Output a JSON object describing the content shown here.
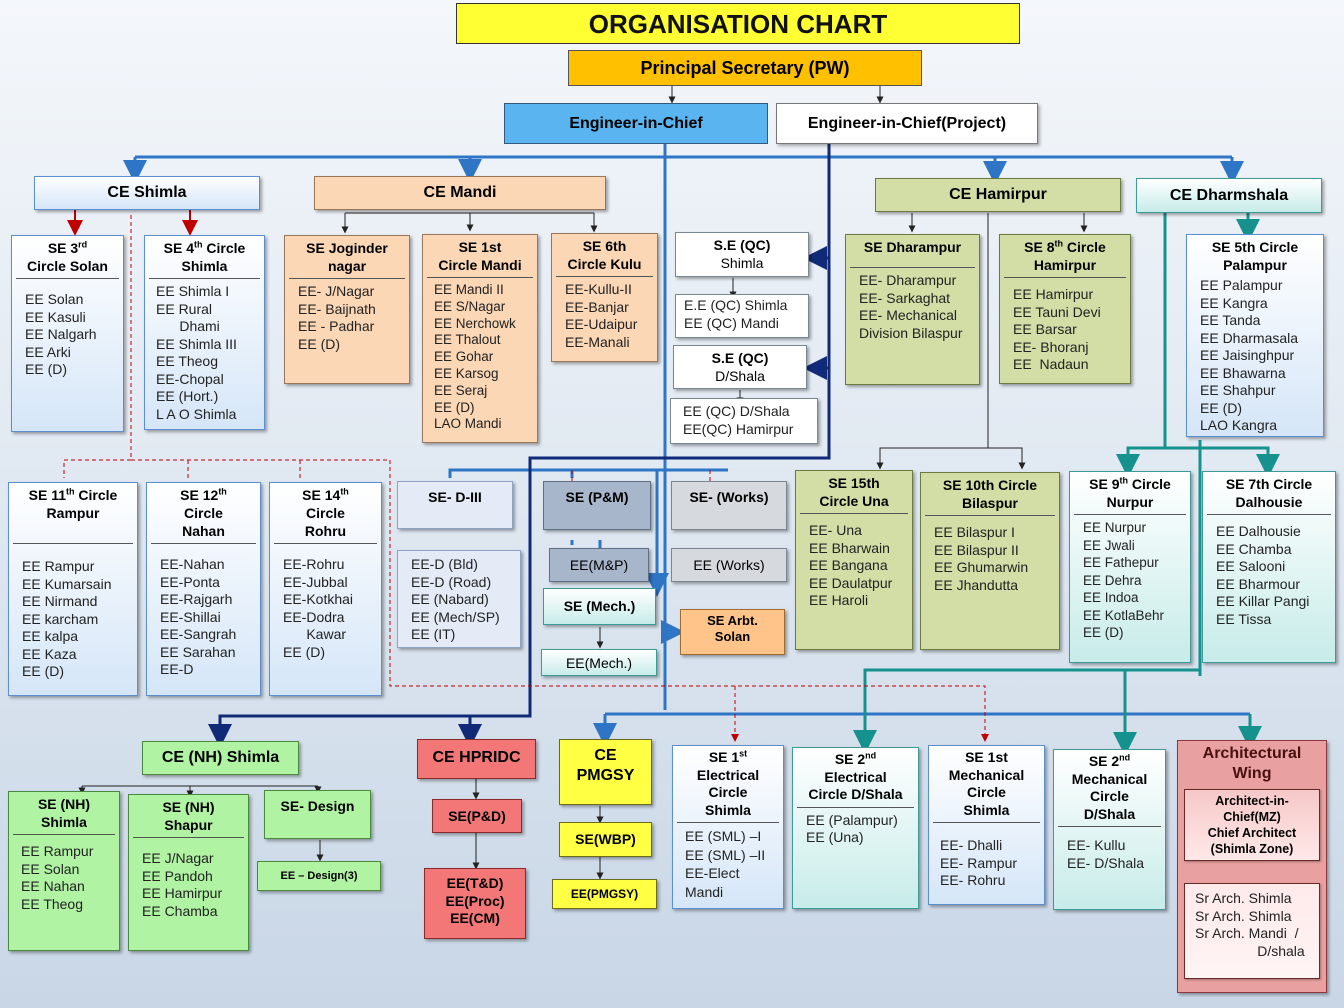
{
  "title": "ORGANISATION CHART",
  "top": {
    "principal": "Principal Secretary (PW)",
    "eic": "Engineer-in-Chief",
    "eic_project": "Engineer-in-Chief(Project)"
  },
  "ce": {
    "shimla": "CE Shimla",
    "mandi": "CE Mandi",
    "hamirpur": "CE Hamirpur",
    "dharmshala": "CE Dharmshala",
    "nh_shimla": "CE (NH) Shimla",
    "hpridc": "CE HPRIDC",
    "pmgsy": [
      "CE",
      "PMGSY"
    ]
  },
  "circles": {
    "solan": {
      "h": [
        "SE 3",
        "Circle Solan"
      ],
      "sup": "rd",
      "items": [
        "EE Solan",
        "EE Kasuli",
        "EE Nalgarh",
        "EE Arki",
        "EE (D)"
      ]
    },
    "shimla4": {
      "h": [
        "SE 4",
        "Shimla"
      ],
      "sup": "th",
      "h_suffix": " Circle",
      "items": [
        "EE Shimla I",
        "EE Rural",
        "      Dhami",
        "EE Shimla III",
        "EE Theog",
        "EE-Chopal",
        "EE (Hort.)",
        "L A O Shimla"
      ]
    },
    "jogindernagar": {
      "h": [
        "SE Joginder",
        "nagar"
      ],
      "items": [
        "EE- J/Nagar",
        "EE- Baijnath",
        "EE - Padhar",
        "EE (D)"
      ]
    },
    "mandi1": {
      "h": [
        "SE  1st",
        "Circle Mandi"
      ],
      "items": [
        "EE Mandi II",
        "EE S/Nagar",
        "EE Nerchowk",
        "EE Thalout",
        "EE Gohar",
        "EE Karsog",
        "EE Seraj",
        "EE (D)",
        "LAO Mandi"
      ]
    },
    "kulu6": {
      "h": [
        "SE 6th",
        "Circle Kulu"
      ],
      "items": [
        "EE-Kullu-II",
        "EE-Banjar",
        "EE-Udaipur",
        "EE-Manali"
      ]
    },
    "qc_shimla": {
      "h": [
        "S.E (QC)",
        "Shimla"
      ],
      "items": [
        "E.E (QC) Shimla",
        "EE (QC) Mandi"
      ]
    },
    "qc_dshala": {
      "h": [
        "S.E (QC)",
        "D/Shala"
      ],
      "items": [
        "EE (QC) D/Shala",
        "EE(QC) Hamirpur"
      ]
    },
    "dharampur": {
      "h": [
        "SE  Dharampur"
      ],
      "items": [
        "EE- Dharampur",
        "EE- Sarkaghat",
        "EE- Mechanical",
        "Division Bilaspur"
      ]
    },
    "hamirpur8": {
      "h": [
        "SE  8",
        "Hamirpur"
      ],
      "sup": "th",
      "h_suffix": " Circle",
      "items": [
        "EE Hamirpur",
        "EE Tauni Devi",
        "EE Barsar",
        "EE- Bhoranj",
        "EE  Nadaun"
      ]
    },
    "palampur5": {
      "h": [
        "SE  5th Circle",
        "Palampur"
      ],
      "items": [
        "EE Palampur",
        "EE Kangra",
        "EE Tanda",
        "EE Dharmasala",
        "EE Jaisinghpur",
        "EE Bhawarna",
        "EE Shahpur",
        "EE (D)",
        "LAO Kangra"
      ]
    },
    "rampur11": {
      "h": [
        "SE 11",
        "Rampur"
      ],
      "sup": "th",
      "h_suffix": " Circle",
      "items": [
        "EE Rampur",
        "EE Kumarsain",
        "EE Nirmand",
        "EE karcham",
        "EE kalpa",
        "EE Kaza",
        "EE (D)"
      ]
    },
    "nahan12": {
      "h": [
        "SE 12",
        "Circle",
        "Nahan"
      ],
      "sup": "th",
      "items": [
        "EE-Nahan",
        "EE-Ponta",
        "EE-Rajgarh",
        "EE-Shillai",
        "EE-Sangrah",
        "EE Sarahan",
        "EE-D"
      ]
    },
    "rohru14": {
      "h": [
        "SE 14",
        "Circle",
        "Rohru"
      ],
      "sup": "th",
      "items": [
        "EE-Rohru",
        "EE-Jubbal",
        "EE-Kotkhai",
        "EE-Dodra",
        "      Kawar",
        "EE (D)"
      ]
    },
    "sed3": {
      "h": [
        "SE- D-III"
      ],
      "items": [
        "EE-D (Bld)",
        "EE-D (Road)",
        "EE (Nabard)",
        "EE (Mech/SP)",
        "EE (IT)"
      ]
    },
    "pm": {
      "h": [
        "SE (P&M)"
      ],
      "sub": "EE(M&P)"
    },
    "works": {
      "h": [
        "SE- (Works)"
      ],
      "sub": "EE (Works)"
    },
    "mech": {
      "h": [
        "SE (Mech.)"
      ],
      "sub": "EE(Mech.)"
    },
    "arbt": {
      "h": [
        "SE Arbt.",
        "Solan"
      ]
    },
    "una15": {
      "h": [
        "SE 15th",
        "Circle Una"
      ],
      "items": [
        "EE- Una",
        "EE Bharwain",
        "EE Bangana",
        "EE Daulatpur",
        "EE Haroli"
      ]
    },
    "bilaspur10": {
      "h": [
        "SE 10th Circle",
        "Bilaspur"
      ],
      "items": [
        "EE Bilaspur I",
        "EE Bilaspur II",
        "EE Ghumarwin",
        "EE Jhandutta"
      ]
    },
    "nurpur9": {
      "h": [
        "SE 9",
        "Nurpur"
      ],
      "sup": "th",
      "h_suffix": " Circle",
      "items": [
        "EE Nurpur",
        "EE Jwali",
        "EE Fathepur",
        "EE Dehra",
        "EE Indoa",
        "EE KotlaBehr",
        "EE (D)"
      ]
    },
    "dalhousie7": {
      "h": [
        "SE 7th Circle",
        "Dalhousie"
      ],
      "items": [
        "EE Dalhousie",
        "EE Chamba",
        "EE Salooni",
        "EE Bharmour",
        "EE Killar Pangi",
        "EE Tissa"
      ]
    },
    "nh_shimla": {
      "h": [
        "SE (NH)",
        "Shimla"
      ],
      "items": [
        "EE Rampur",
        "EE Solan",
        "EE Nahan",
        "EE Theog"
      ]
    },
    "nh_shapur": {
      "h": [
        "SE (NH)",
        "Shapur"
      ],
      "items": [
        "EE J/Nagar",
        "EE Pandoh",
        "EE Hamirpur",
        "EE Chamba"
      ]
    },
    "design": {
      "h": [
        "SE- Design"
      ],
      "sub": "EE – Design(3)"
    },
    "hpridc_pd": {
      "h": [
        "SE(P&D)"
      ],
      "sub": [
        "EE(T&D)",
        "EE(Proc)",
        "EE(CM)"
      ]
    },
    "wbp": {
      "h": [
        "SE(WBP)"
      ],
      "sub": "EE(PMGSY)"
    },
    "elec1": {
      "h": [
        "SE 1",
        "Electrical",
        "Circle",
        "Shimla"
      ],
      "sup": "st",
      "items": [
        "EE (SML) –I",
        "EE (SML) –II",
        "EE-Elect",
        "Mandi"
      ]
    },
    "elec2": {
      "h": [
        "SE 2",
        "Electrical",
        "Circle D/Shala"
      ],
      "sup": "nd",
      "items": [
        "EE (Palampur)",
        "EE (Una)"
      ]
    },
    "mech1": {
      "h": [
        "SE 1st",
        "Mechanical",
        "Circle",
        "Shimla"
      ],
      "items": [
        "EE- Dhalli",
        "EE- Rampur",
        "EE- Rohru"
      ]
    },
    "mech2": {
      "h": [
        "SE  2",
        "Mechanical",
        "Circle",
        "D/Shala"
      ],
      "sup": "nd",
      "items": [
        "EE- Kullu",
        "EE- D/Shala"
      ]
    },
    "arch": {
      "h": [
        "Architectural",
        "Wing"
      ],
      "sub": [
        "Architect-in-",
        "Chief(MZ)",
        "Chief Architect",
        "(Shimla Zone)"
      ],
      "items": [
        "Sr Arch. Shimla",
        "Sr Arch. Shimla",
        "Sr Arch. Mandi  /",
        "                D/shala"
      ]
    }
  },
  "colors": {
    "blue_line": "#2e75c6",
    "navy_line": "#102a78",
    "teal_line": "#16928e",
    "red_arrow": "#c00000"
  }
}
